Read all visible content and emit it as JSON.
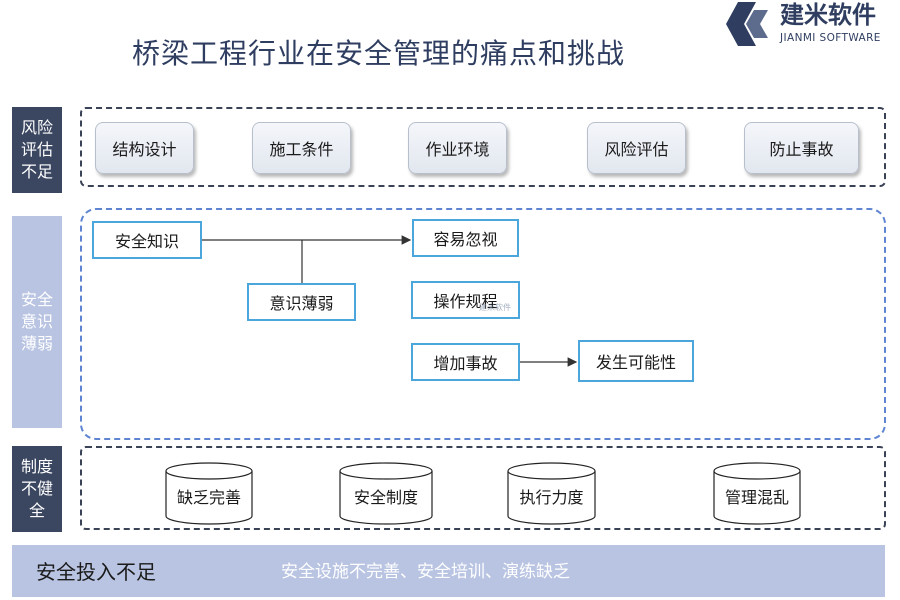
{
  "title": "桥梁工程行业在安全管理的痛点和挑战",
  "logo": {
    "name": "建米软件",
    "subtitle": "JIANMI SOFTWARE",
    "brand_color": "#2f3e60",
    "icon": "jianmi-logo-icon"
  },
  "sections": {
    "risk": {
      "label": "风险评估不足",
      "items": [
        "结构设计",
        "施工条件",
        "作业环境",
        "风险评估",
        "防止事故"
      ]
    },
    "awareness": {
      "label": "安全意识薄弱",
      "nodes": {
        "knowledge": "安全知识",
        "easy_ignore": "容易忽视",
        "weak": "意识薄弱",
        "procedure": "操作规程",
        "increase": "增加事故",
        "possibility": "发生可能性"
      },
      "watermark": "建米软件"
    },
    "system": {
      "label": "制度不健全",
      "items": [
        "缺乏完善",
        "安全制度",
        "执行力度",
        "管理混乱"
      ]
    },
    "investment": {
      "label": "安全投入不足",
      "text": "安全设施不完善、安全培训、演练缺乏"
    }
  },
  "colors": {
    "dark_label": "#3b4660",
    "light_label": "#b9c4e2",
    "box_border": "#4aa6db",
    "dashed_blue": "#5f85d2"
  }
}
